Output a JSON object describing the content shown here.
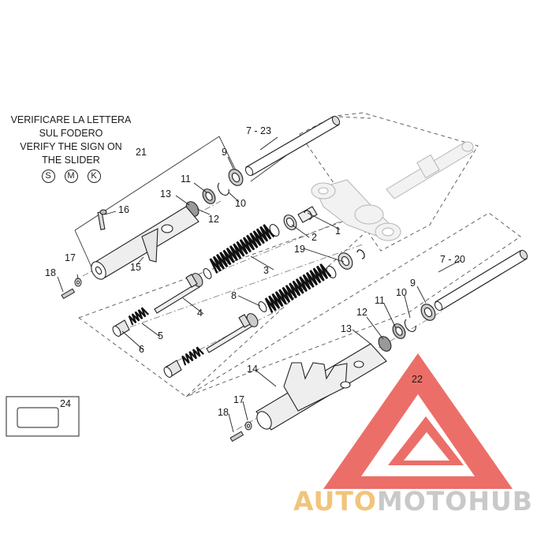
{
  "note": {
    "line1": "VERIFICARE LA LETTERA",
    "line2": "SUL FODERO",
    "line3": "VERIFY THE SIGN ON",
    "line4": "THE SLIDER",
    "letters": [
      "S",
      "M",
      "K"
    ]
  },
  "labels": {
    "l1": "1",
    "l2": "2",
    "l3": "3",
    "l4": "4",
    "l5": "5",
    "l6": "6",
    "l7_23": "7 - 23",
    "l7_20": "7 - 20",
    "l8": "8",
    "l9a": "9",
    "l9b": "9",
    "l10a": "10",
    "l10b": "10",
    "l11a": "11",
    "l11b": "11",
    "l12a": "12",
    "l12b": "12",
    "l13a": "13",
    "l13b": "13",
    "l14": "14",
    "l15": "15",
    "l16": "16",
    "l17a": "17",
    "l17b": "17",
    "l18a": "18",
    "l18b": "18",
    "l19": "19",
    "l21": "21",
    "l22": "22",
    "l24": "24"
  },
  "watermark": {
    "part1": "AUTO",
    "part2": "MOTO",
    "part3": "HUB"
  },
  "colors": {
    "logo": "#e8564e",
    "watermark_orange": "#f2c47a",
    "watermark_gray": "#c9c9c9"
  }
}
